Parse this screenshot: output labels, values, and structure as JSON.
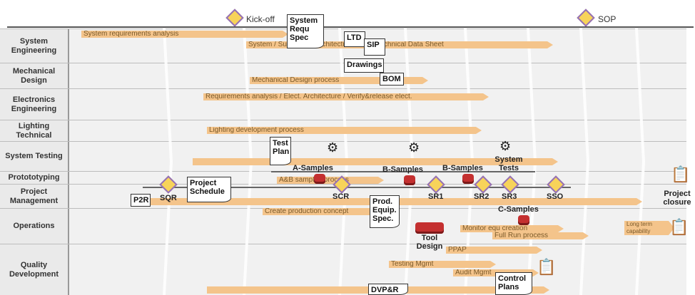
{
  "milestones": [
    {
      "label": "Kick-off"
    },
    {
      "label": "SOP"
    }
  ],
  "lanes": [
    {
      "label": "System Engineering"
    },
    {
      "label": "Mechanical Design"
    },
    {
      "label": "Electronics Engineering"
    },
    {
      "label": "Lighting Technical"
    },
    {
      "label": "System Testing"
    },
    {
      "label": "Protototyping"
    },
    {
      "label": "Project Management"
    },
    {
      "label": "Operations"
    },
    {
      "label": "Quality Development"
    }
  ],
  "bars": [
    {
      "label": "System requirements analysis"
    },
    {
      "label": "System / Subsystem Architecture / Light Technical Data Sheet"
    },
    {
      "label": "Mechanical Design process"
    },
    {
      "label": "Requirements analysis / Elect. Architecture / Verify&release elect."
    },
    {
      "label": "Lighting development process"
    },
    {
      "label": ""
    },
    {
      "label": "A&B samples process"
    },
    {
      "label": ""
    },
    {
      "label": "Create production concept"
    },
    {
      "label": "Monitor equ creation"
    },
    {
      "label": "Full Run process"
    },
    {
      "label": "Long term capability"
    },
    {
      "label": "PPAP"
    },
    {
      "label": "Testing Mgmt"
    },
    {
      "label": "Audit Mgmt"
    },
    {
      "label": ""
    }
  ],
  "documents": [
    {
      "label": "System Requ Spec"
    },
    {
      "label": "LTD"
    },
    {
      "label": "SIP"
    },
    {
      "label": "Drawings"
    },
    {
      "label": "BOM"
    },
    {
      "label": "Test Plan"
    },
    {
      "label": "Project Schedule"
    },
    {
      "label": "Prod. Equip. Spec."
    },
    {
      "label": "Control Plans"
    },
    {
      "label": "DVP&R"
    }
  ],
  "gates": [
    {
      "label": "P2R"
    },
    {
      "label": "SQR"
    },
    {
      "label": "SCR"
    },
    {
      "label": "SR1"
    },
    {
      "label": "SR2"
    },
    {
      "label": "SR3"
    },
    {
      "label": "SSO"
    }
  ],
  "samples": [
    {
      "label": "A-Samples"
    },
    {
      "label": "B-Samples"
    },
    {
      "label": "B-Samples"
    },
    {
      "label": "C-Samples"
    }
  ],
  "tests": {
    "label": "System Tests"
  },
  "tool_design": {
    "label": "Tool Design"
  },
  "closure": {
    "label": "Project closure"
  },
  "colors": {
    "bar": "#f4c48b",
    "diamond": "#f7d35a",
    "diamond_border": "#9470b8",
    "lane": "#f1f1f1",
    "sample": "#c43030"
  }
}
